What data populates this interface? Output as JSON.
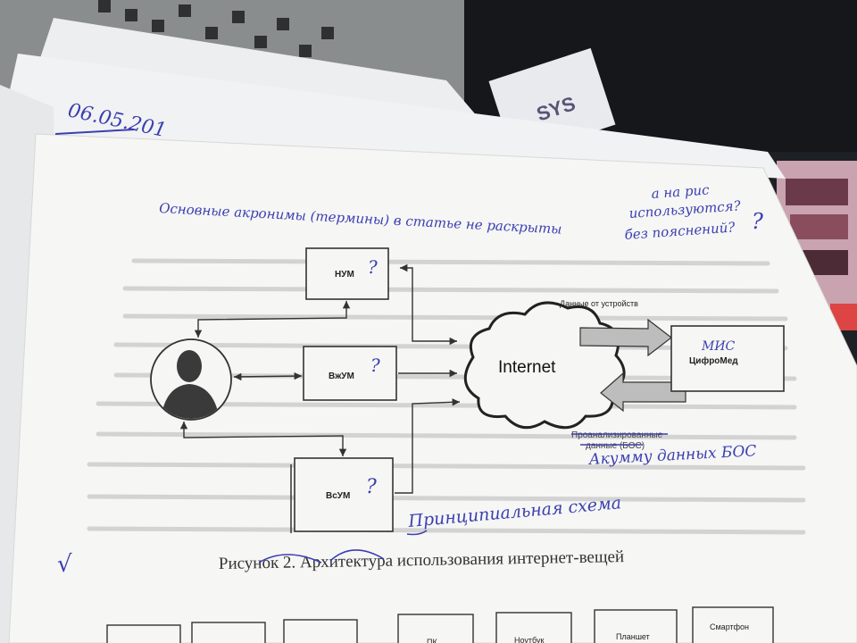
{
  "date_note": "06.05.201",
  "top_note": {
    "line1": "Основные акронимы (термины) в статье не раскрыты",
    "line2": "а на рис",
    "line3": "используются?",
    "line4": "без пояснений?"
  },
  "diagram": {
    "box_num": "НУМ",
    "box_vzhum": "ВжУМ",
    "box_vsum": "ВсУМ",
    "cloud": "Internet",
    "label_top": "Данные от устройств",
    "label_bottom_1": "Проанализированные",
    "label_bottom_2": "данные (БОС)",
    "mis_hand": "МИС",
    "mis_print": "ЦифроМед",
    "q_mark": "?",
    "hand_bos": "Акумму данных БОС"
  },
  "caption": {
    "text": "Рисунок 2. Архитектура использования интернет-вещей",
    "hand_above": "Принципиальная схема",
    "check_mark": "√"
  },
  "bottom_boxes": [
    "ПК",
    "Ноутбук",
    "Планшет",
    "Смартфон"
  ],
  "background_card": "SYS"
}
